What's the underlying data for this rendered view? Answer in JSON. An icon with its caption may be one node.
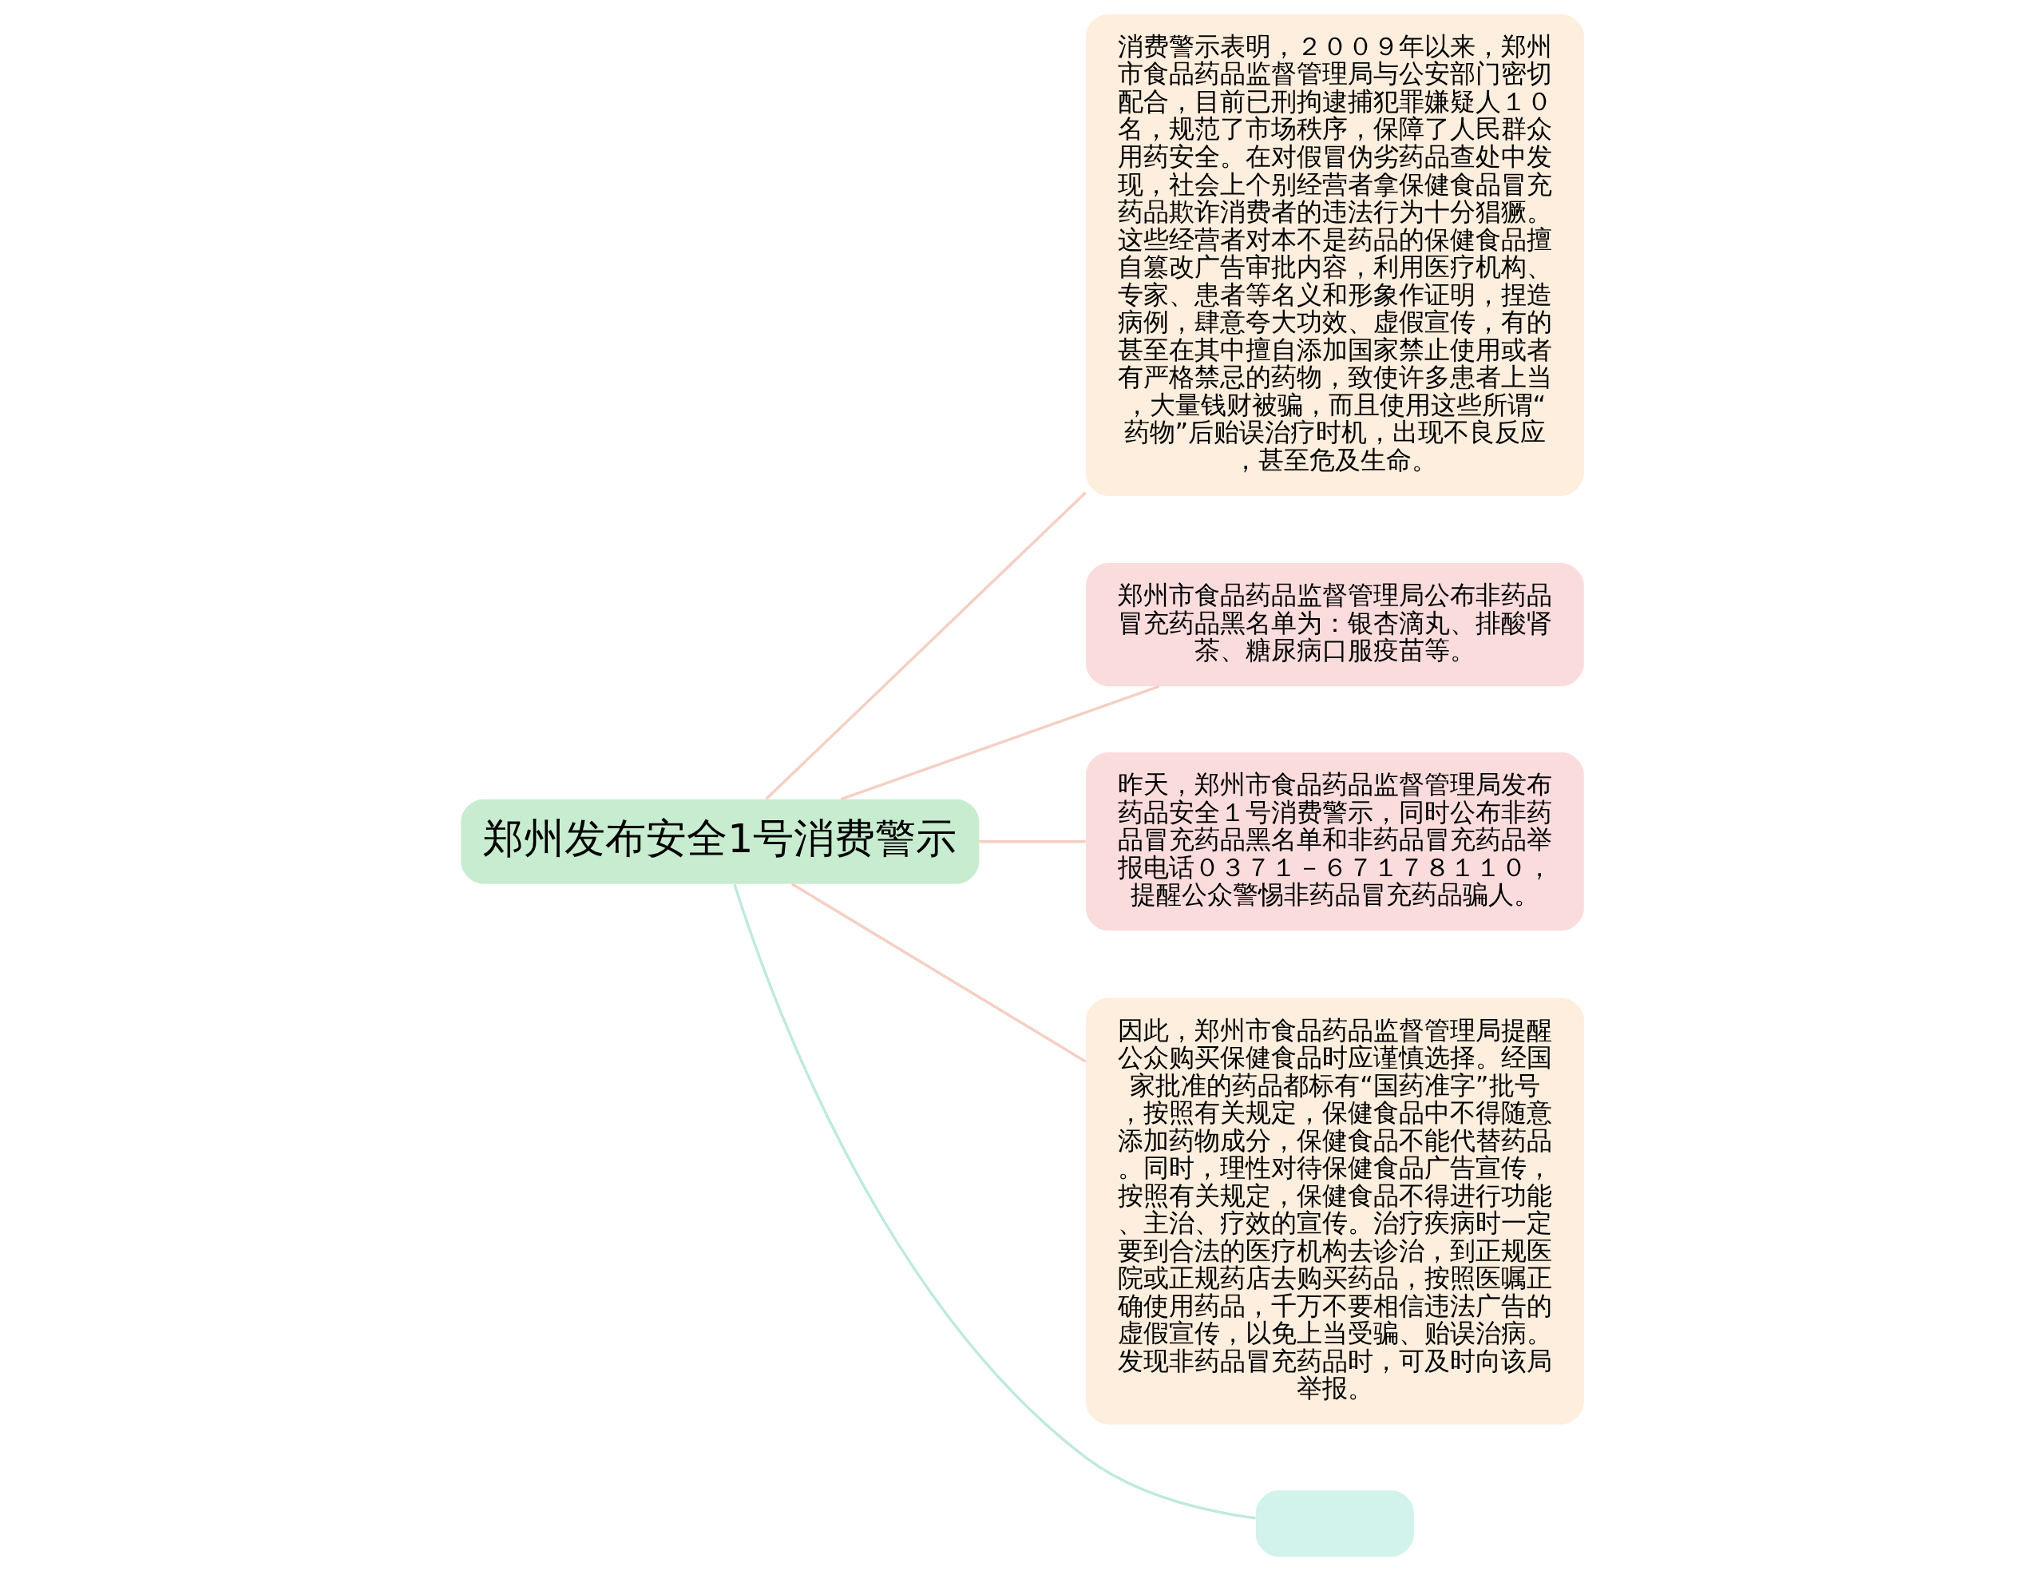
{
  "diagram": {
    "nodes": [
      {
        "text": [
          "郑州发布安全1号消费警示"
        ]
      },
      {
        "text": [
          "消费警示表明，２００９年以来，郑州市食品药品监督管理局与公安部门密切配合，目前已刑拘逮捕犯罪嫌疑人１０名，规范了市场秩序，保障了人民群众用药安全。在对假冒伪劣药品查处中发现，社会上个别经营者拿保健食品冒充药品欺诈消费者的违法行为十分猖獗。这些经营者对本不是药品的保健食品擅自篡改广告审批内容，利用医疗机构、专家、患者等名义和形象作证明，捏造病例，肆意夸大功效、虚假宣传，有的甚至在其中擅自添加国家禁止使用或者有严格禁忌的药物，致使许多患者上当，大量钱财被骗，而且使用这些所谓“药物”后贻误治疗时机，出现不良反应，甚至危及生命。"
        ]
      },
      {
        "text": [
          "郑州市食品药品监督管理局公布非药品冒充药品黑名单为：银杏滴丸、排酸肾茶、糖尿病口服疫苗等。"
        ]
      },
      {
        "text": [
          "昨天，郑州市食品药品监督管理局发布药品安全１号消费警示，同时公布非药品冒充药品黑名单和非药品冒充药品举报电话０３７１－６７１７８１１０，提醒公众警惕非药品冒充药品骗人。"
        ]
      },
      {
        "text": [
          "因此，郑州市食品药品监督管理局提醒公众购买保健食品时应谨慎选择。经国家批准的药品都标有“国药准字”批号，按照有关规定，保健食品中不得随意添加药物成分，保健食品不能代替药品。同时，理性对待保健食品广告宣传，按照有关规定，保健食品不得进行功能、主治、疗效的宣传。治疗疾病时一定要到合法的医疗机构去诊治，到正规医院或正规药店去购买药品，按照医嘱正确使用药品，千万不要相信违法广告的虚假宣传，以免上当受骗、贻误治病。发现非药品冒充药品时，可及时向该局举报。"
        ]
      },
      {
        "text": [],
        "shape": "box"
      }
    ],
    "edges": [
      {
        "from": 0,
        "to": 1,
        "arrow": "none"
      },
      {
        "from": 0,
        "to": 2,
        "arrow": "none"
      },
      {
        "from": 0,
        "to": 3,
        "arrow": "none"
      },
      {
        "from": 0,
        "to": 4,
        "arrow": "none"
      },
      {
        "from": 0,
        "to": 5,
        "arrow": "none",
        "color": "#bfe9e0"
      }
    ]
  }
}
